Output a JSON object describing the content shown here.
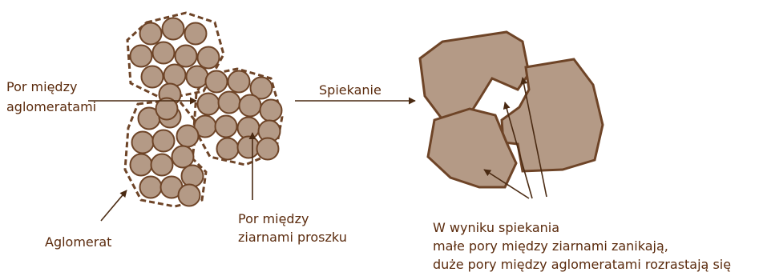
{
  "colors": {
    "particle_fill": "#b49a86",
    "particle_stroke": "#6e4427",
    "text": "#5a2a0c",
    "arrow": "#4a2a12"
  },
  "labels": {
    "pore_between_agglomerates": [
      "Por między",
      "aglomeratami"
    ],
    "sintering": "Spiekanie",
    "agglomerate": "Aglomerat",
    "pore_between_grains": [
      "Por między",
      "ziarnami proszku"
    ],
    "result": [
      "W wyniku spiekania",
      "małe pory między ziarnami zanikają,",
      "duże pory między aglomeratami rozrastają się"
    ]
  }
}
